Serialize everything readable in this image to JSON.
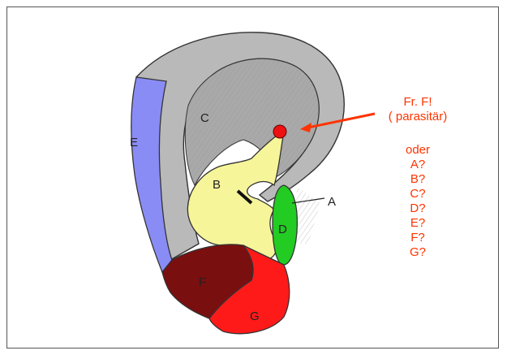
{
  "colors": {
    "annotation": "#ff3300",
    "region_A_pointer": "#222222",
    "region_B": "#f7f59a",
    "region_C": "#b9b9b9",
    "region_D": "#22cc22",
    "region_E": "#8a8cf5",
    "region_F": "#7a0f0f",
    "region_G": "#ff1a1a",
    "marker": "#ee1111"
  },
  "regions": {
    "A": "A",
    "B": "B",
    "C": "C",
    "D": "D",
    "E": "E",
    "F": "F",
    "G": "G"
  },
  "annotation": {
    "title_line1": "Fr. F!",
    "title_line2": "( parasitär)",
    "oder": "oder",
    "options": [
      "A?",
      "B?",
      "C?",
      "D?",
      "E?",
      "F?",
      "G?"
    ]
  }
}
